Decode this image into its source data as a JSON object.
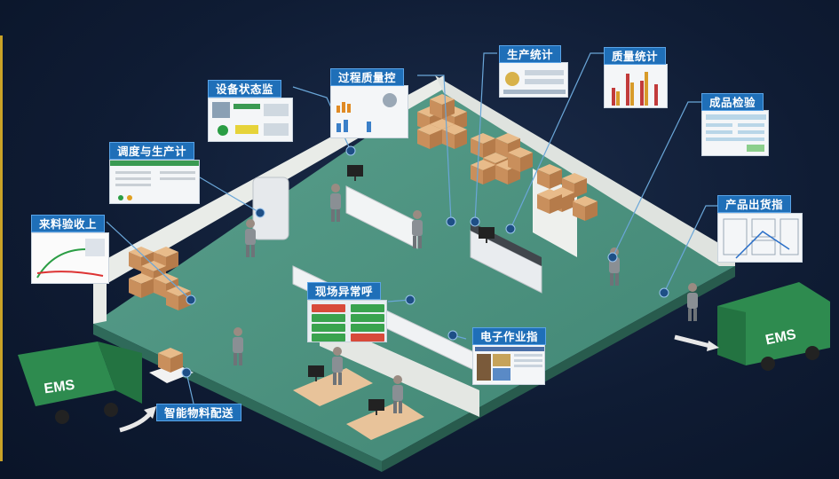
{
  "labels": {
    "incoming_inspection": "来料验收上",
    "dispatch_plan": "调度与生产计",
    "equipment_monitor": "设备状态监",
    "process_quality": "过程质量控",
    "production_stats": "生产统计",
    "quality_stats": "质量统计",
    "finished_inspection": "成品检验",
    "shipment_guide": "产品出货指",
    "andon_alarm": "现场异常呼",
    "electronic_sop": "电子作业指",
    "smart_logistics": "智能物料配送"
  },
  "truck_text": "EMS",
  "colors": {
    "label_bg": "#1f6fb8",
    "floor": "#4a8f7e",
    "wall": "#e9ece8",
    "box": "#d9a472",
    "truck": "#2e8b4f",
    "connector": "#6aa6d8",
    "marker": "#1e4f86"
  }
}
